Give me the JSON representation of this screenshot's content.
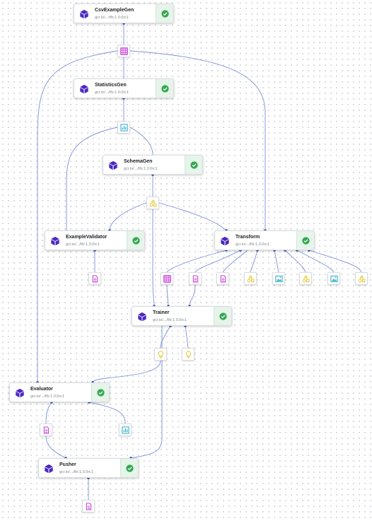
{
  "colors": {
    "edge": "#7b8fde",
    "cube": "#4a28c2",
    "status_ok": "#34a853",
    "examples_icon": "#c026d3",
    "statistics_icon": "#12a4c3",
    "schema_icon": "#e5c31c",
    "model_icon": "#e5c31c",
    "transform_graph_icon": "#12a4c3"
  },
  "status_icon": "check-circle-icon",
  "nodes": {
    "csvexamplegen": {
      "name": "CsvExampleGen",
      "image": "gcr.io/.../tfx:1.0.0rc1"
    },
    "statisticsgen": {
      "name": "StatisticsGen",
      "image": "gcr.io/.../tfx:1.0.0rc1"
    },
    "schemagen": {
      "name": "SchemaGen",
      "image": "gcr.io/.../tfx:1.0.0rc1"
    },
    "examplevalidator": {
      "name": "ExampleValidator",
      "image": "gcr.io/.../tfx:1.0.0rc1"
    },
    "transform": {
      "name": "Transform",
      "image": "gcr.io/.../tfx:1.0.0rc1"
    },
    "trainer": {
      "name": "Trainer",
      "image": "gcr.io/.../tfx:1.0.0rc1"
    },
    "evaluator": {
      "name": "Evaluator",
      "image": "gcr.io/.../tfx:1.0.0rc1"
    },
    "pusher": {
      "name": "Pusher",
      "image": "gcr.io/.../tfx:1.0.0rc1"
    }
  },
  "artifact_types": {
    "examples": "grid-icon",
    "statistics": "bar-chart-icon",
    "schema": "shapes-icon",
    "document": "document-icon",
    "model": "lightbulb-icon",
    "transform_graph": "image-icon"
  }
}
